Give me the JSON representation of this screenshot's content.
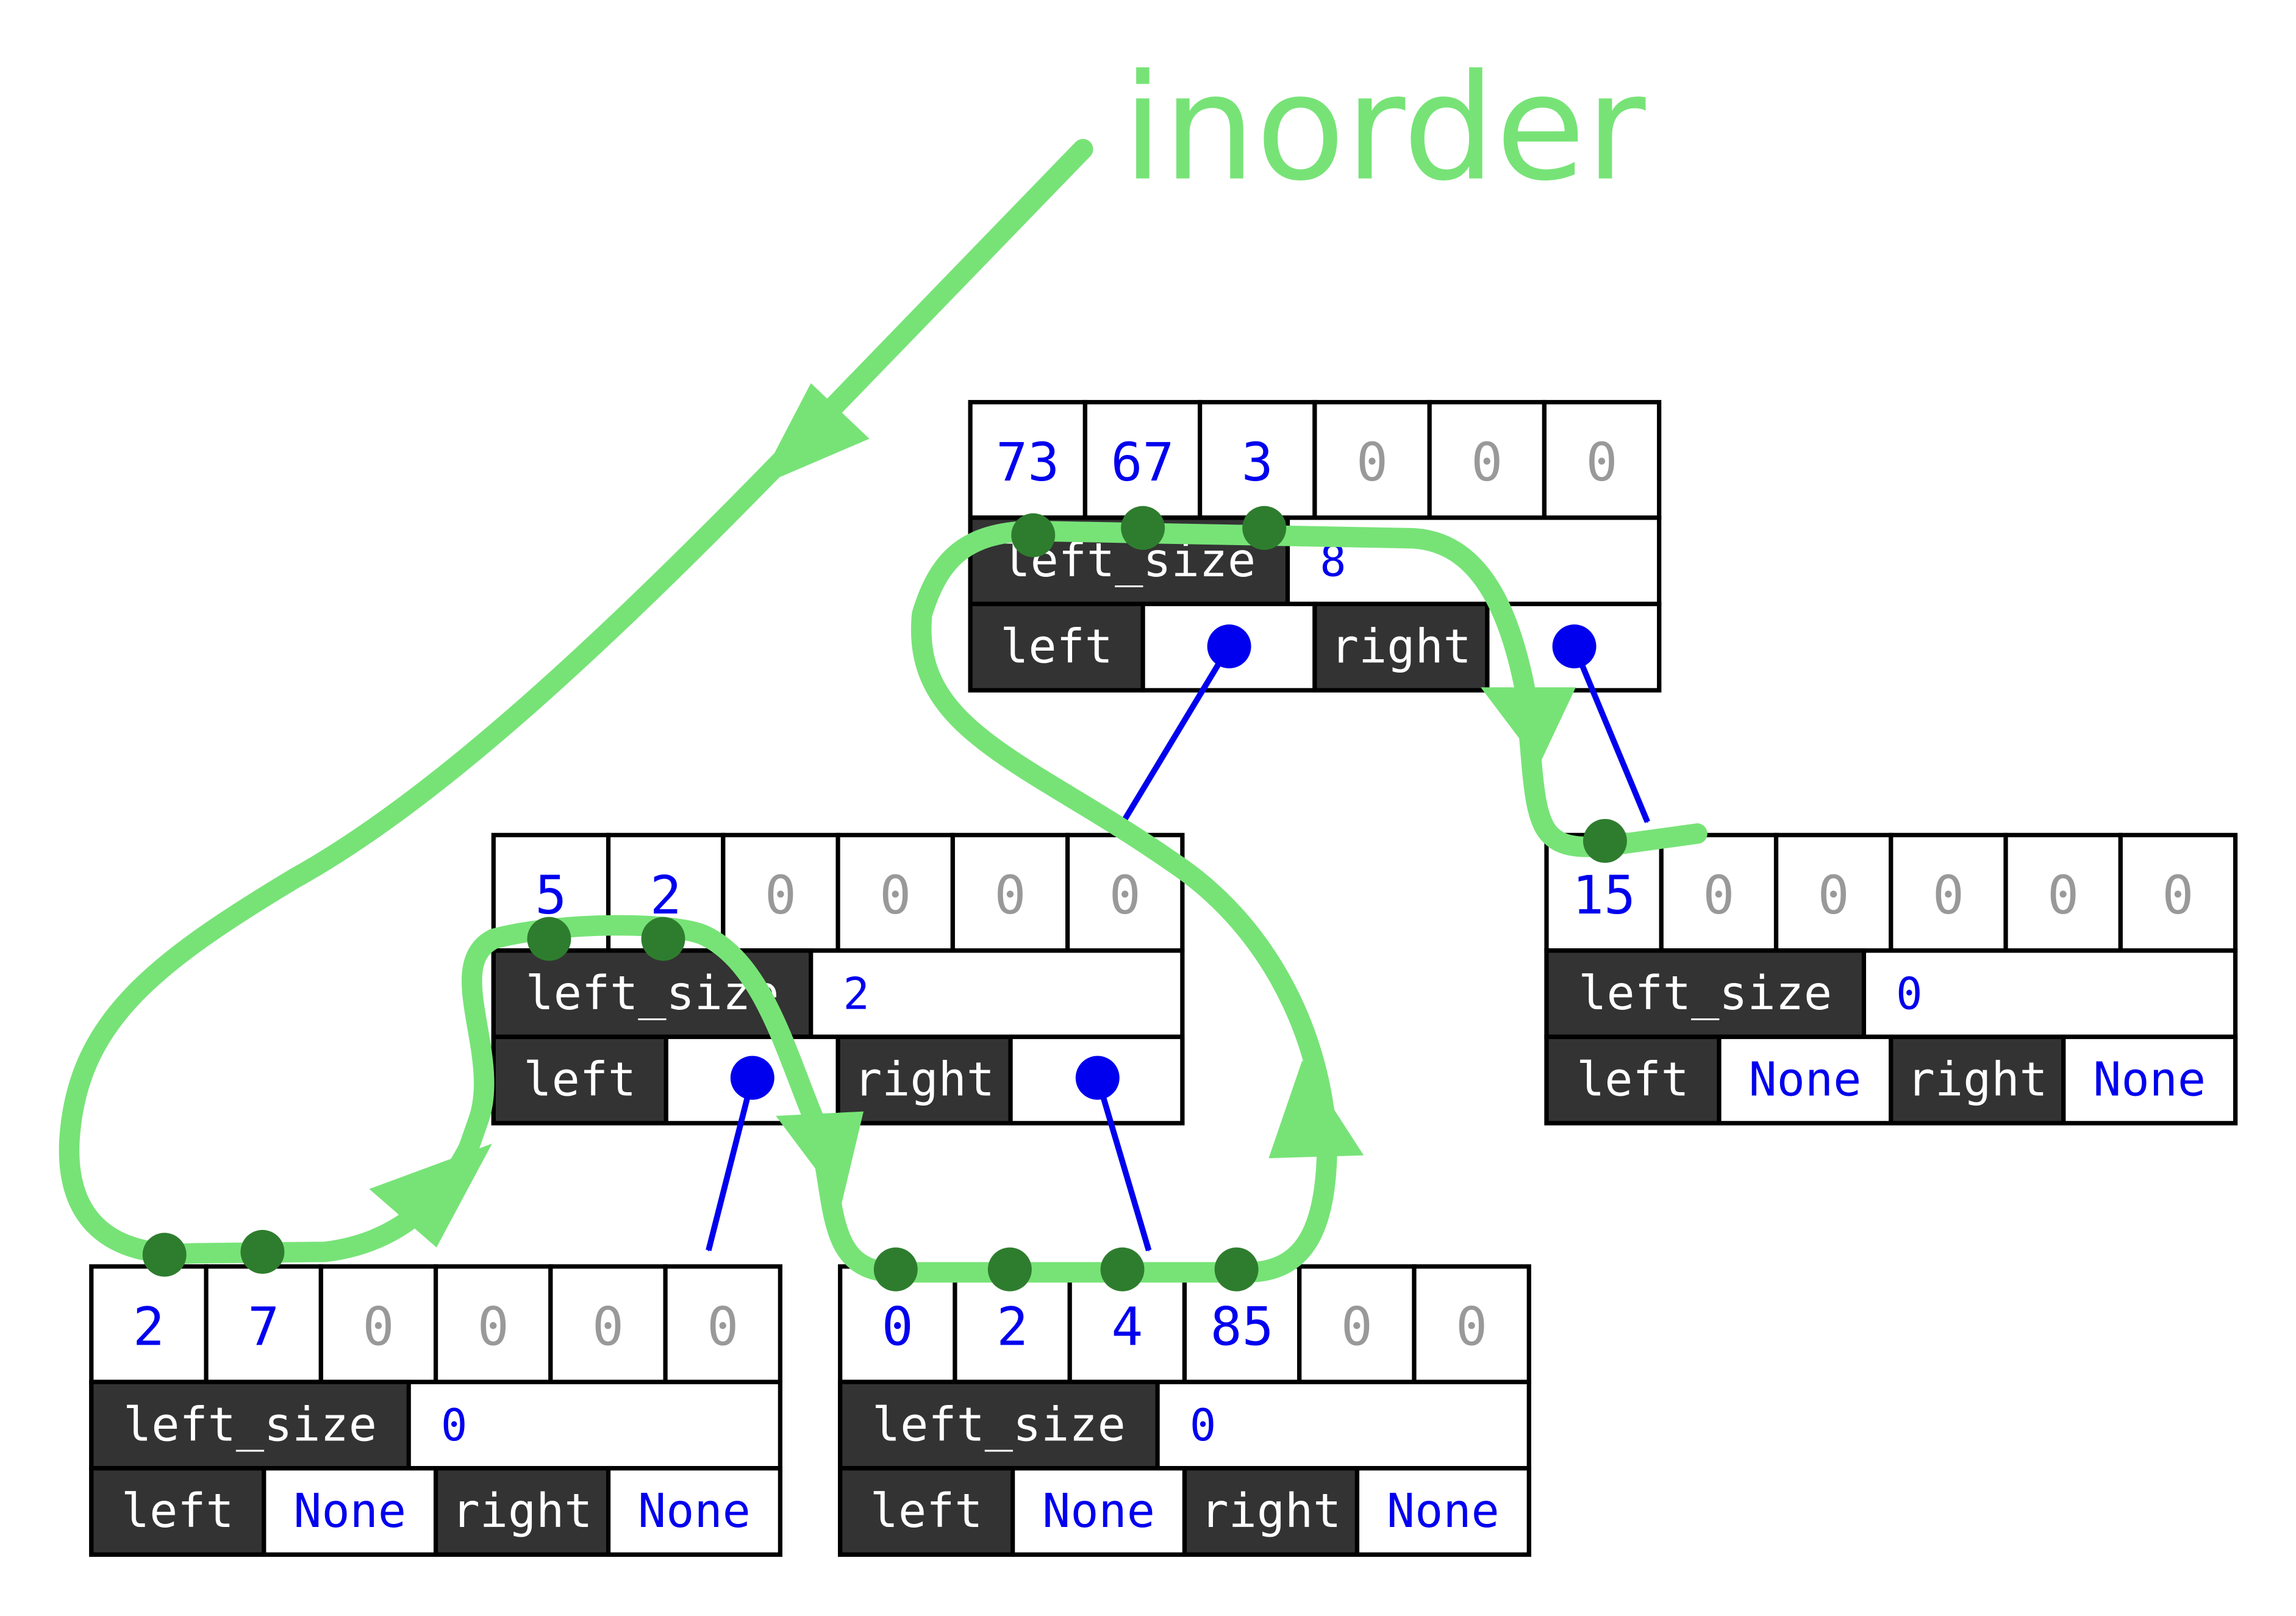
{
  "title": "inorder",
  "colors": {
    "traversal": "#77e377",
    "dot": "#2e7d2e",
    "pointer": "#0000ee",
    "key": "#0000ee",
    "empty_key": "#999999",
    "label_bg": "#333333",
    "label_text": "#ffffff",
    "border": "#000000"
  },
  "nodes": [
    {
      "id": "root",
      "keys": [
        "73",
        "67",
        "3",
        "0",
        "0",
        "0"
      ],
      "used": 3,
      "left_size_label": "left_size",
      "left_size": "8",
      "left_label": "left",
      "left": null,
      "right_label": "right",
      "right": null
    },
    {
      "id": "mid",
      "keys": [
        "5",
        "2",
        "0",
        "0",
        "0",
        "0"
      ],
      "used": 2,
      "left_size_label": "left_size",
      "left_size": "2",
      "left_label": "left",
      "left": null,
      "right_label": "right",
      "right": null
    },
    {
      "id": "right-leaf",
      "keys": [
        "15",
        "0",
        "0",
        "0",
        "0",
        "0"
      ],
      "used": 1,
      "left_size_label": "left_size",
      "left_size": "0",
      "left_label": "left",
      "left": "None",
      "right_label": "right",
      "right": "None"
    },
    {
      "id": "ll-leaf",
      "keys": [
        "2",
        "7",
        "0",
        "0",
        "0",
        "0"
      ],
      "used": 2,
      "left_size_label": "left_size",
      "left_size": "0",
      "left_label": "left",
      "left": "None",
      "right_label": "right",
      "right": "None"
    },
    {
      "id": "lr-leaf",
      "keys": [
        "0",
        "2",
        "4",
        "85",
        "0",
        "0"
      ],
      "used": 4,
      "left_size_label": "left_size",
      "left_size": "0",
      "left_label": "left",
      "left": "None",
      "right_label": "right",
      "right": "None"
    }
  ]
}
